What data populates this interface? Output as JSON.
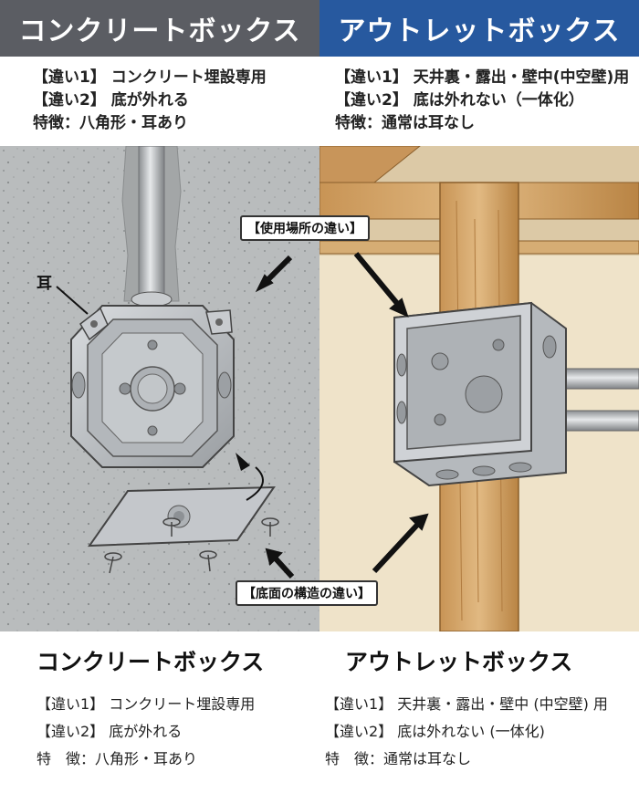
{
  "colors": {
    "left_header_bg": "#5b5d63",
    "right_header_bg": "#27599f",
    "concrete": "#b9bcbd",
    "wood": "#d6ad74",
    "wall": "#efe3c9"
  },
  "left": {
    "header": "コンクリートボックス",
    "info": [
      "【違い1】 コンクリート埋設専用",
      "【違い2】 底が外れる",
      "特徴：八角形・耳あり"
    ],
    "ear_label": "耳",
    "bottom_title": "コンクリートボックス",
    "bottom_lines": [
      "【違い1】 コンクリート埋設専用",
      "【違い2】 底が外れる",
      "特　徴：八角形・耳あり"
    ]
  },
  "right": {
    "header": "アウトレットボックス",
    "info": [
      "【違い1】 天井裏・露出・壁中(中空壁)用",
      "【違い2】 底は外れない（一体化）",
      "特徴：通常は耳なし"
    ],
    "bottom_title": "アウトレットボックス",
    "bottom_lines": [
      "【違い1】 天井裏・露出・壁中 (中空壁) 用",
      "【違い2】 底は外れない (一体化)",
      "特　徴：通常は耳なし"
    ]
  },
  "callouts": {
    "usage": "【使用場所の違い】",
    "bottom": "【底面の構造の違い】"
  },
  "icons": [
    "arrow-icon",
    "screw-icon",
    "pipe-icon"
  ]
}
